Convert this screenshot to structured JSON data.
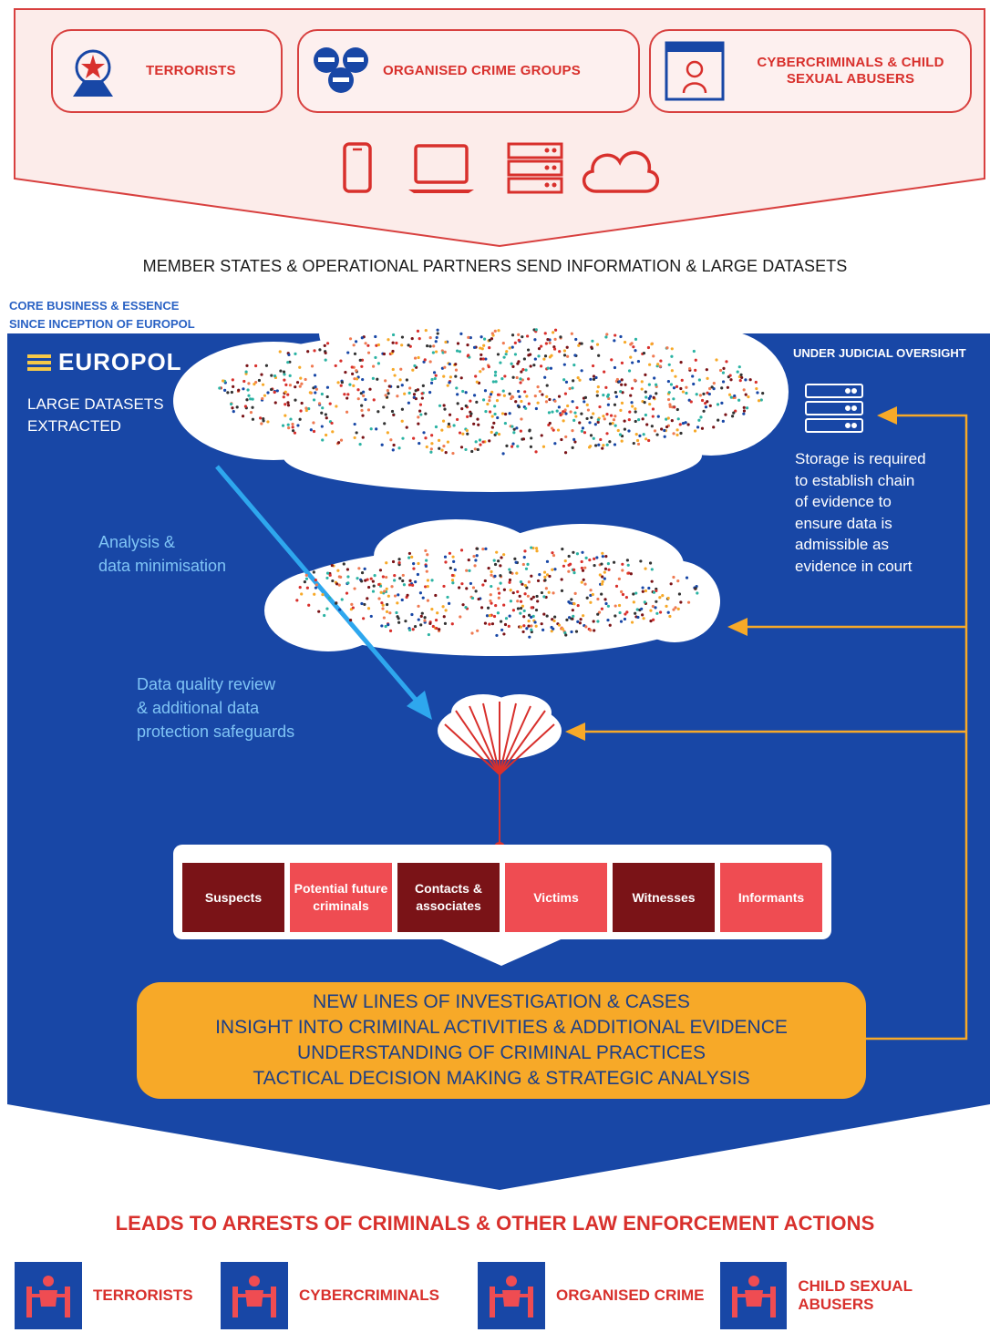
{
  "colors": {
    "europol_blue": "#1847a6",
    "threat_red": "#d8302c",
    "outcome_orange": "#f7a928",
    "light_blue": "#7fc4f5",
    "dark_red": "#7a1317",
    "bright_red": "#ef4c52"
  },
  "threats": [
    {
      "label": "TERRORISTS",
      "icon": "terrorist-icon"
    },
    {
      "label": "ORGANISED CRIME GROUPS",
      "icon": "masked-group-icon"
    },
    {
      "label": "CYBERCRIMINALS & CHILD SEXUAL ABUSERS",
      "icon": "browser-child-icon"
    }
  ],
  "devices": [
    "phone-icon",
    "laptop-icon",
    "server-icon",
    "cloud-icon"
  ],
  "headline": "MEMBER STATES & OPERATIONAL PARTNERS SEND INFORMATION & LARGE DATASETS",
  "core_note": [
    "CORE BUSINESS & ESSENCE",
    "SINCE INCEPTION OF EUROPOL"
  ],
  "logo": "EUROPOL",
  "large_datasets": [
    "LARGE DATASETS",
    "EXTRACTED"
  ],
  "analysis": [
    "Analysis &",
    "data minimisation"
  ],
  "quality": [
    "Data quality review",
    "& additional data",
    "protection safeguards"
  ],
  "judicial": "UNDER JUDICIAL OVERSIGHT",
  "storage_text": [
    "Storage is required",
    "to establish chain",
    "of evidence to",
    "ensure data is",
    "admissible as",
    "evidence in court"
  ],
  "categories": [
    {
      "label": "Suspects",
      "tone": "dark"
    },
    {
      "label": "Potential future criminals",
      "tone": "bright"
    },
    {
      "label": "Contacts & associates",
      "tone": "dark"
    },
    {
      "label": "Victims",
      "tone": "bright"
    },
    {
      "label": "Witnesses",
      "tone": "dark"
    },
    {
      "label": "Informants",
      "tone": "bright"
    }
  ],
  "outcomes": [
    "NEW LINES OF INVESTIGATION & CASES",
    "INSIGHT INTO CRIMINAL ACTIVITIES & ADDITIONAL EVIDENCE",
    "UNDERSTANDING OF CRIMINAL PRACTICES",
    "TACTICAL DECISION MAKING & STRATEGIC ANALYSIS"
  ],
  "leads": "LEADS TO ARRESTS OF CRIMINALS & OTHER LAW ENFORCEMENT ACTIONS",
  "arrests": [
    {
      "label": "TERRORISTS",
      "icon": "arrest-icon"
    },
    {
      "label": "CYBERCRIMINALS",
      "icon": "arrest-icon"
    },
    {
      "label": "ORGANISED CRIME",
      "icon": "arrest-icon"
    },
    {
      "label": "CHILD SEXUAL ABUSERS",
      "icon": "arrest-icon"
    }
  ]
}
